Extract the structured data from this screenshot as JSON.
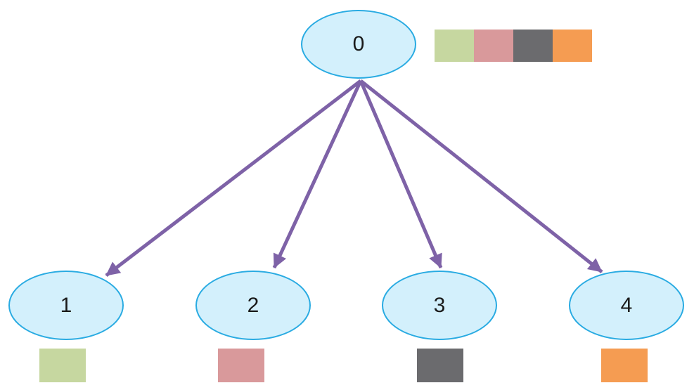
{
  "diagram": {
    "type": "graph",
    "background": "#ffffff",
    "nodes": [
      {
        "id": "0",
        "label": "0",
        "role": "root"
      },
      {
        "id": "1",
        "label": "1",
        "role": "child"
      },
      {
        "id": "2",
        "label": "2",
        "role": "child"
      },
      {
        "id": "3",
        "label": "3",
        "role": "child"
      },
      {
        "id": "4",
        "label": "4",
        "role": "child"
      }
    ],
    "edges": [
      {
        "from": "0",
        "to": "1"
      },
      {
        "from": "0",
        "to": "2"
      },
      {
        "from": "0",
        "to": "3"
      },
      {
        "from": "0",
        "to": "4"
      }
    ],
    "node_style": {
      "fill": "#d3f0fc",
      "border": "#29abe2",
      "text": "#1a1a1a"
    },
    "arrow_color": "#7e62a7",
    "legend_swatches": [
      {
        "name": "green",
        "color": "#c6d7a0"
      },
      {
        "name": "pink",
        "color": "#d9999b"
      },
      {
        "name": "gray",
        "color": "#6b6b6e"
      },
      {
        "name": "orange",
        "color": "#f59c52"
      }
    ],
    "node_color_tags": [
      {
        "node": "1",
        "name": "green",
        "color": "#c6d7a0"
      },
      {
        "node": "2",
        "name": "pink",
        "color": "#d9999b"
      },
      {
        "node": "3",
        "name": "gray",
        "color": "#6b6b6e"
      },
      {
        "node": "4",
        "name": "orange",
        "color": "#f59c52"
      }
    ]
  }
}
